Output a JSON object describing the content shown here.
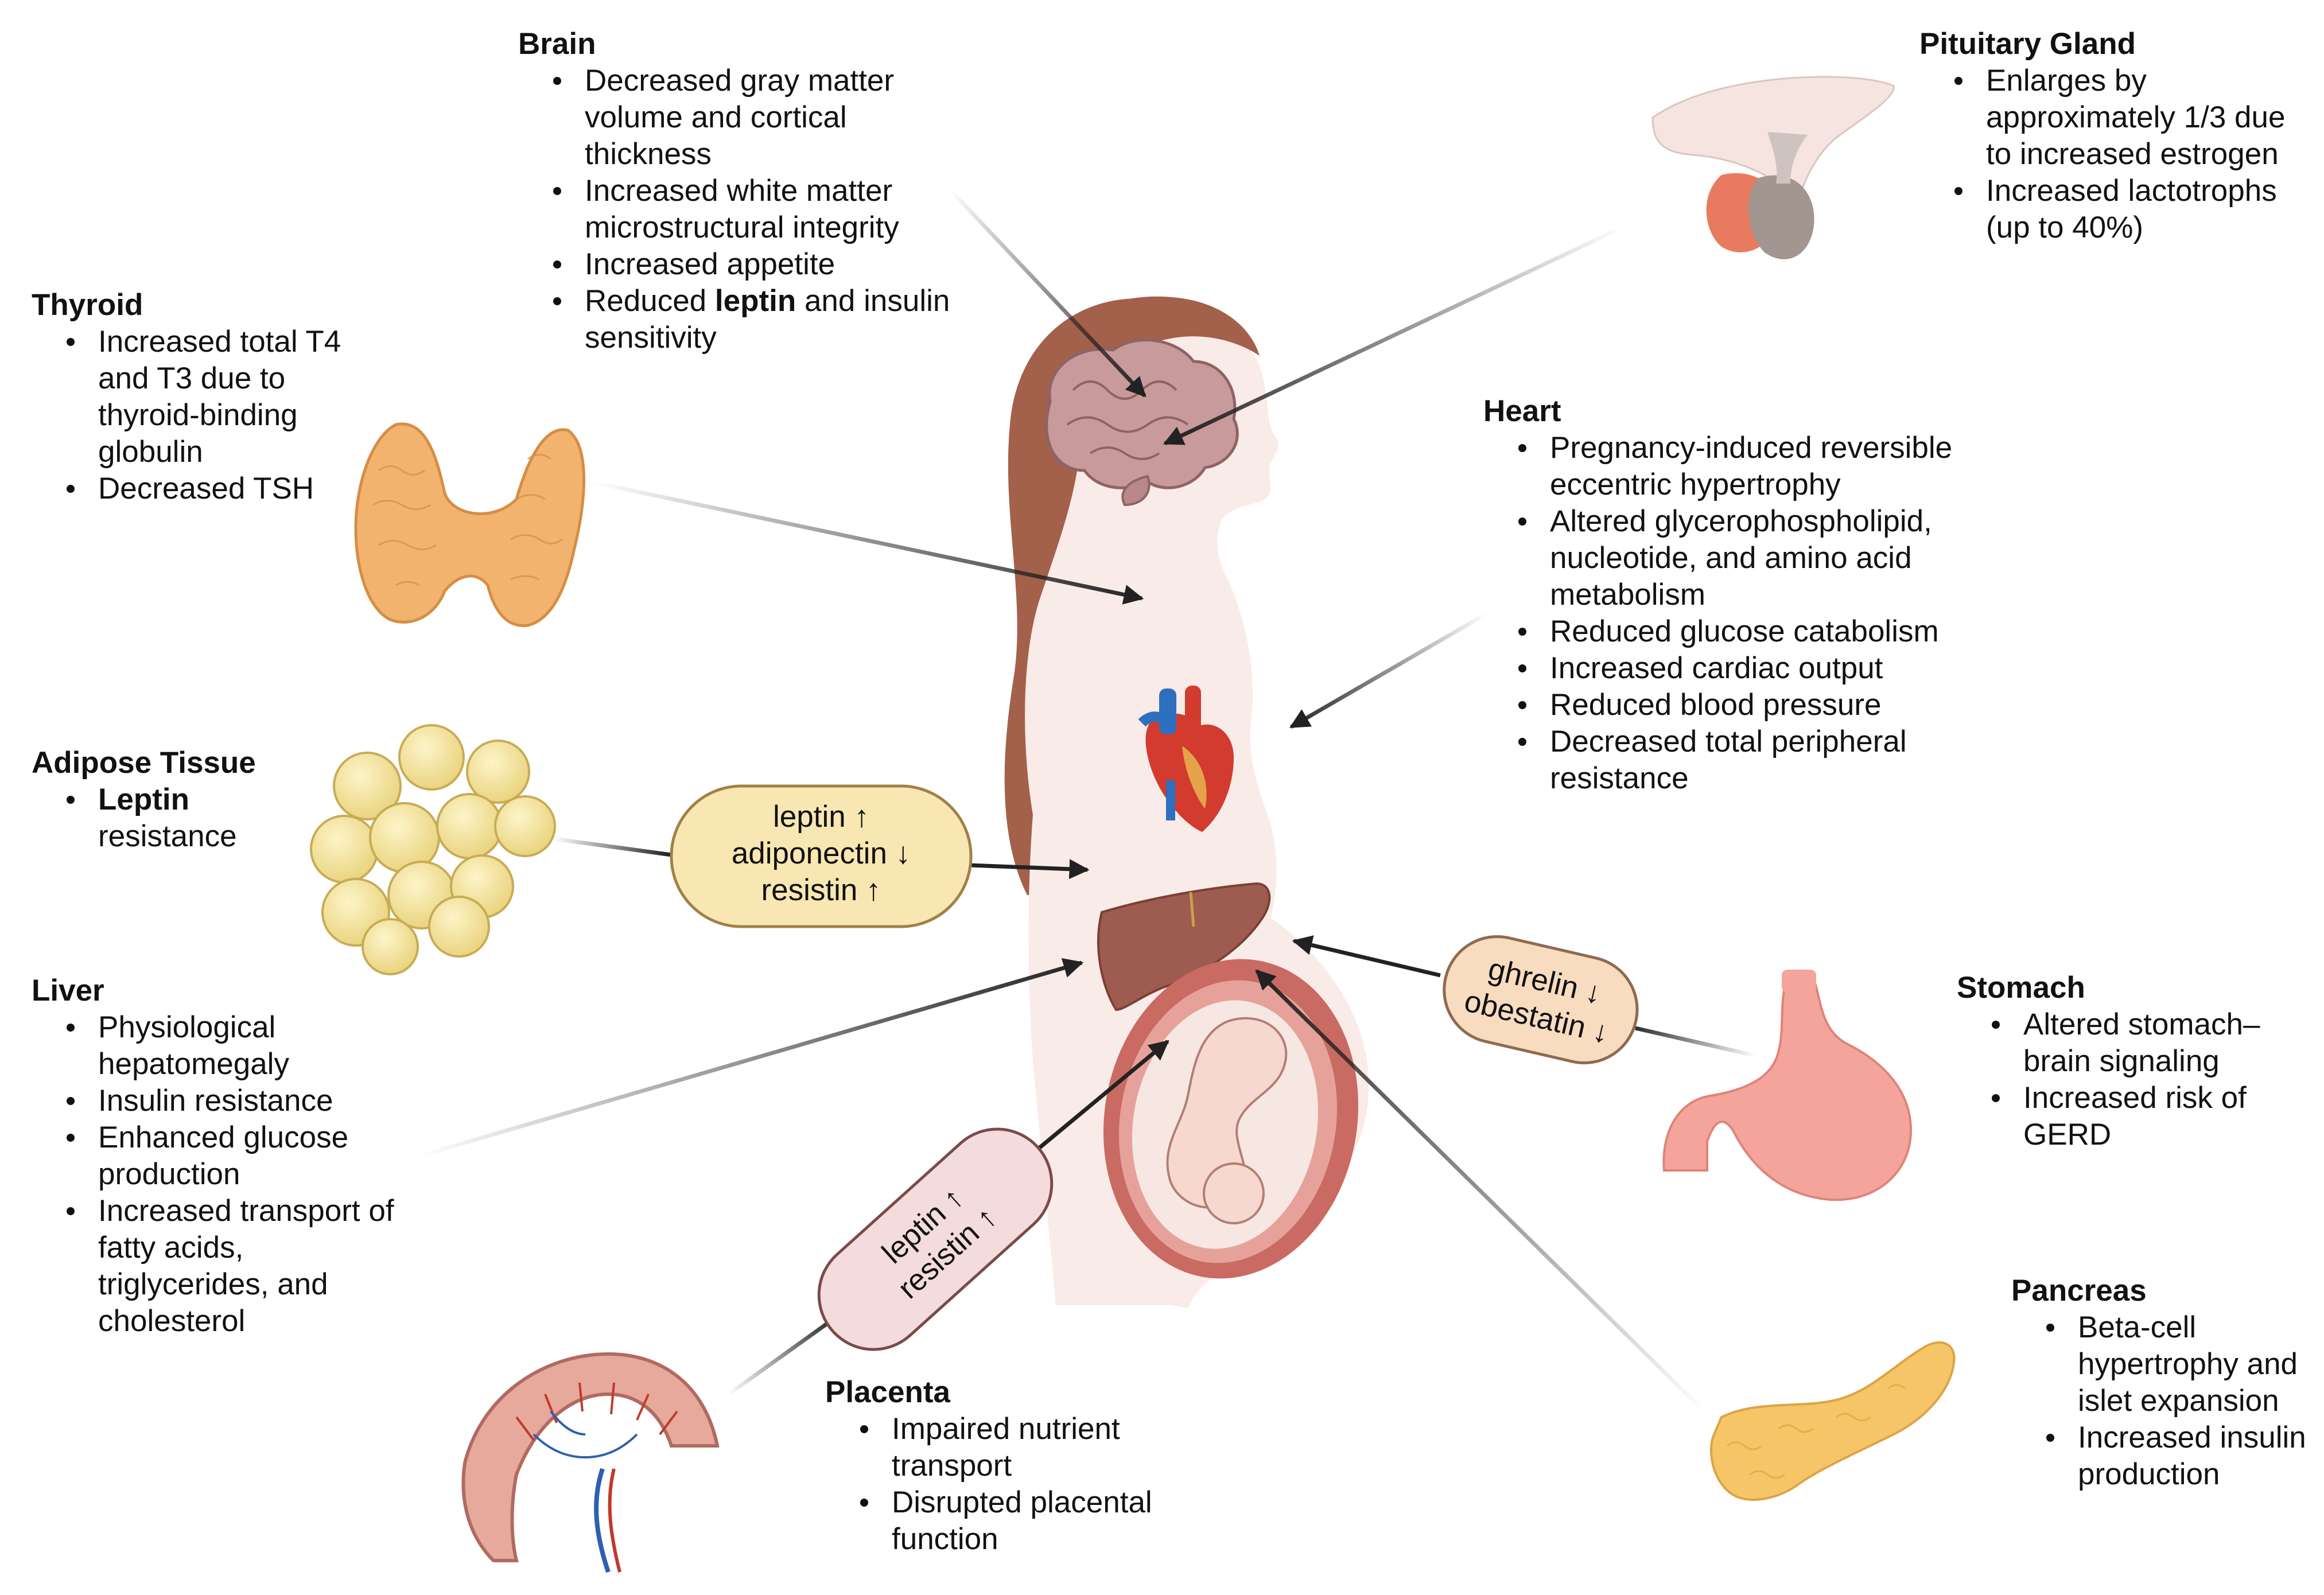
{
  "sections": {
    "brain": {
      "title": "Brain",
      "items": [
        "Decreased gray matter volume and cortical thickness",
        "Increased white matter microstructural integrity",
        "Increased appetite",
        [
          "Reduced ",
          "leptin",
          " and insulin sensitivity"
        ]
      ]
    },
    "pituitary": {
      "title": "Pituitary Gland",
      "items": [
        "Enlarges by approximately 1/3 due to increased estrogen",
        "Increased lactotrophs (up to 40%)"
      ]
    },
    "thyroid": {
      "title": "Thyroid",
      "items": [
        "Increased total T4 and T3 due to thyroid-binding globulin",
        "Decreased TSH"
      ]
    },
    "heart": {
      "title": "Heart",
      "items": [
        "Pregnancy-induced reversible eccentric hypertrophy",
        "Altered glycerophospholipid, nucleotide, and amino acid metabolism",
        "Reduced glucose catabolism",
        "Increased cardiac output",
        "Reduced blood pressure",
        "Decreased total peripheral resistance"
      ]
    },
    "adipose": {
      "title": "Adipose Tissue",
      "items": [
        [
          "",
          "Leptin",
          " resistance"
        ]
      ]
    },
    "liver": {
      "title": "Liver",
      "items": [
        "Physiological hepatomegaly",
        "Insulin resistance",
        "Enhanced glucose production",
        "Increased transport of fatty acids, triglycerides, and cholesterol"
      ]
    },
    "stomach": {
      "title": "Stomach",
      "items": [
        "Altered stomach–brain signaling",
        "Increased risk of GERD"
      ]
    },
    "pancreas": {
      "title": "Pancreas",
      "items": [
        "Beta-cell hypertrophy and islet expansion",
        "Increased insulin production"
      ]
    },
    "placenta": {
      "title": "Placenta",
      "items": [
        "Impaired nutrient transport",
        "Disrupted placental function"
      ]
    }
  },
  "pills": {
    "adipose": [
      "leptin ↑",
      "adiponectin ↓",
      "resistin ↑"
    ],
    "stomach": [
      "ghrelin ↓",
      "obestatin ↓"
    ],
    "placenta": [
      "leptin ↑",
      "resistin ↑"
    ]
  },
  "colors": {
    "body": "#f9ebe7",
    "hair": "#a3604b",
    "brain": "#c89a9c",
    "thyroid": "#f2b36f",
    "adipose": "#f7e39b",
    "liver": "#9e5b4f",
    "uterus": "#d9827a",
    "fetus": "#f6d8cf",
    "stomach": "#f4a49a",
    "pancreas": "#f5c567",
    "placenta": "#e6a99c",
    "pill_adipose_fill": "#f8e7b2",
    "pill_adipose_stroke": "#a08147",
    "pill_stomach_fill": "#f7dcc0",
    "pill_stomach_stroke": "#8e6a51",
    "pill_placenta_fill": "#f4dcdc",
    "pill_placenta_stroke": "#7b4a4a",
    "arrow": "#222222"
  },
  "icons": [
    "brain-illustration",
    "pituitary-illustration",
    "thyroid-illustration",
    "heart-illustration",
    "adipose-illustration",
    "liver-illustration",
    "uterus-fetus-illustration",
    "stomach-illustration",
    "pancreas-illustration",
    "placenta-illustration"
  ]
}
